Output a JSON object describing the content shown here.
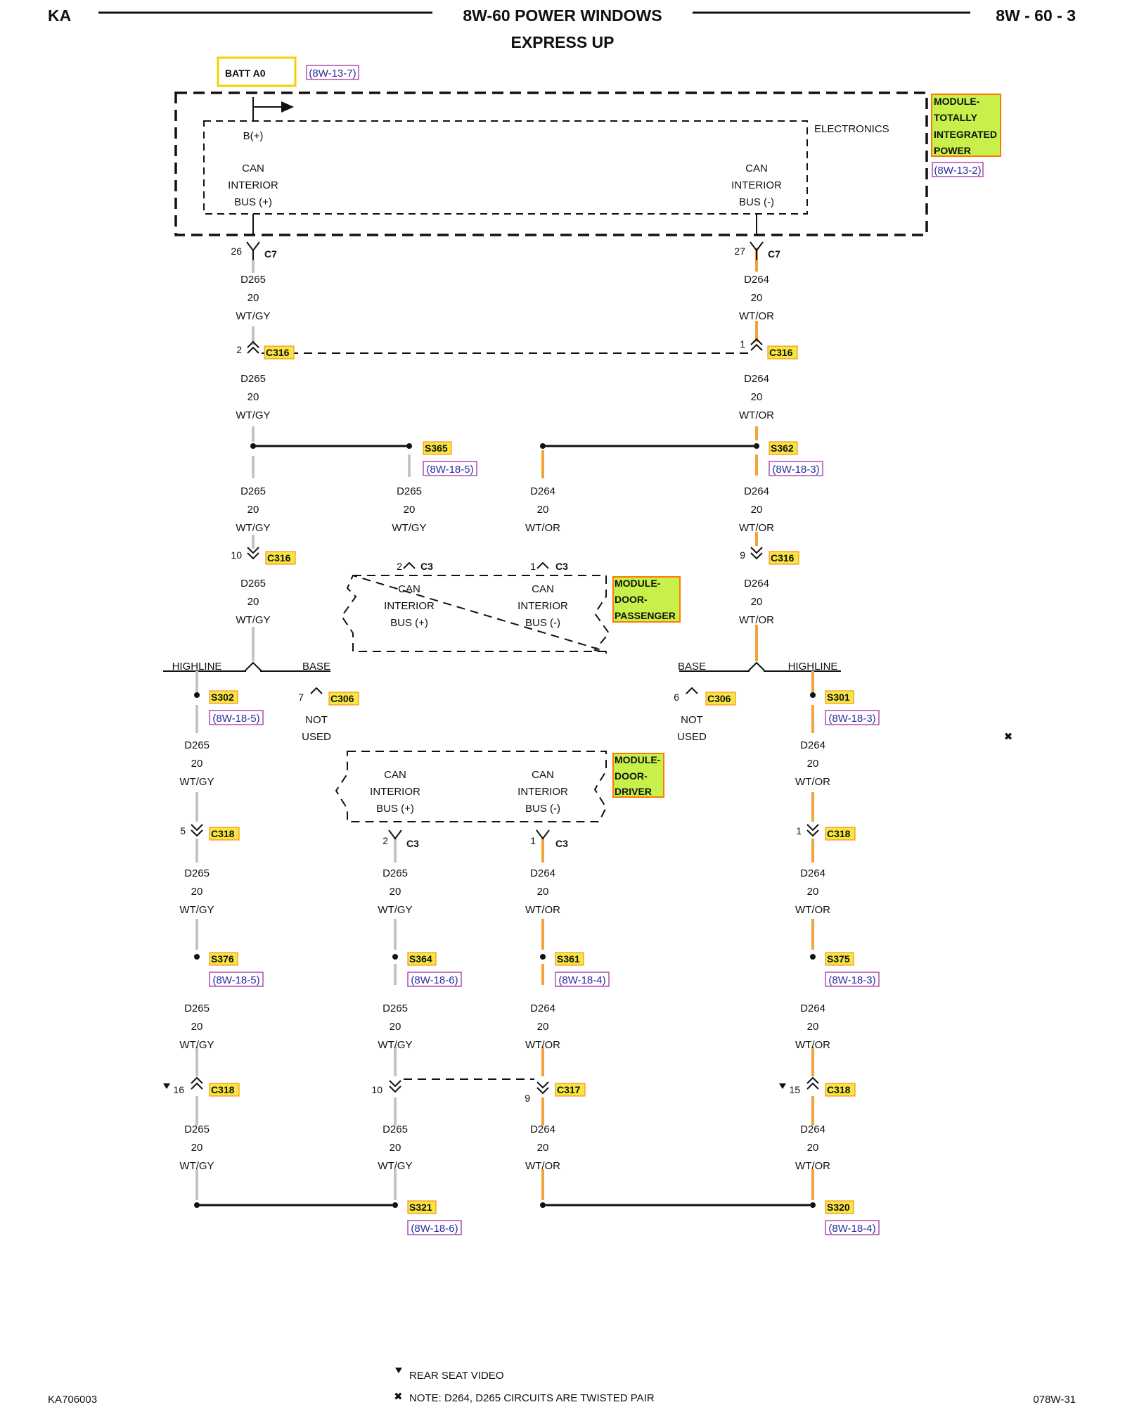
{
  "header": {
    "left": "KA",
    "title": "8W-60 POWER WINDOWS",
    "subtitle": "EXPRESS UP",
    "right": "8W - 60 - 3"
  },
  "battery": {
    "label": "BATT A0",
    "ref": "(8W-13-7)"
  },
  "tipm": {
    "b_plus": "B(+)",
    "electronics": "ELECTRONICS",
    "can_plus": [
      "CAN",
      "INTERIOR",
      "BUS (+)"
    ],
    "can_minus": [
      "CAN",
      "INTERIOR",
      "BUS (-)"
    ],
    "module_lines": [
      "MODULE-",
      "TOTALLY",
      "INTEGRATED",
      "POWER"
    ],
    "module_ref": "(8W-13-2)"
  },
  "wires": {
    "gy": [
      "D265",
      "20",
      "WT/GY"
    ],
    "or": [
      "D264",
      "20",
      "WT/OR"
    ]
  },
  "connectors": {
    "c7_left": {
      "pin": "26",
      "name": "C7"
    },
    "c7_right": {
      "pin": "27",
      "name": "C7"
    },
    "c316_a_left": {
      "pin": "2",
      "name": "C316"
    },
    "c316_a_right": {
      "pin": "1",
      "name": "C316"
    },
    "c316_b_left": {
      "pin": "10",
      "name": "C316"
    },
    "c316_b_right": {
      "pin": "9",
      "name": "C316"
    },
    "c3_pass_plus": {
      "pin": "2",
      "name": "C3"
    },
    "c3_pass_minus": {
      "pin": "1",
      "name": "C3"
    },
    "c306_left": {
      "pin": "7",
      "name": "C306"
    },
    "c306_right": {
      "pin": "6",
      "name": "C306"
    },
    "c318_a_left": {
      "pin": "5",
      "name": "C318"
    },
    "c318_a_right": {
      "pin": "1",
      "name": "C318"
    },
    "c3_drv_plus": {
      "pin": "2",
      "name": "C3"
    },
    "c3_drv_minus": {
      "pin": "1",
      "name": "C3"
    },
    "c318_b_left": {
      "pin": "16",
      "name": "C318"
    },
    "c318_b_right": {
      "pin": "15",
      "name": "C318"
    },
    "c317_left": {
      "pin": "10"
    },
    "c317_right": {
      "pin": "9",
      "name": "C317"
    }
  },
  "splices": {
    "s365": {
      "name": "S365",
      "ref": "(8W-18-5)"
    },
    "s362": {
      "name": "S362",
      "ref": "(8W-18-3)"
    },
    "s302": {
      "name": "S302",
      "ref": "(8W-18-5)"
    },
    "s301": {
      "name": "S301",
      "ref": "(8W-18-3)"
    },
    "s376": {
      "name": "S376",
      "ref": "(8W-18-5)"
    },
    "s364": {
      "name": "S364",
      "ref": "(8W-18-6)"
    },
    "s361": {
      "name": "S361",
      "ref": "(8W-18-4)"
    },
    "s375": {
      "name": "S375",
      "ref": "(8W-18-3)"
    },
    "s321": {
      "name": "S321",
      "ref": "(8W-18-6)"
    },
    "s320": {
      "name": "S320",
      "ref": "(8W-18-4)"
    }
  },
  "modules": {
    "passenger": {
      "lines": [
        "MODULE-",
        "DOOR-",
        "PASSENGER"
      ],
      "can_plus": [
        "CAN",
        "INTERIOR",
        "BUS (+)"
      ],
      "can_minus": [
        "CAN",
        "INTERIOR",
        "BUS (-)"
      ]
    },
    "driver": {
      "lines": [
        "MODULE-",
        "DOOR-",
        "DRIVER"
      ],
      "can_plus": [
        "CAN",
        "INTERIOR",
        "BUS (+)"
      ],
      "can_minus": [
        "CAN",
        "INTERIOR",
        "BUS (-)"
      ]
    }
  },
  "options": {
    "highline": "HIGHLINE",
    "base": "BASE",
    "not_used": [
      "NOT",
      "USED"
    ]
  },
  "footer": {
    "left": "KA706003",
    "legend_rear_seat": "REAR SEAT VIDEO",
    "legend_note": "NOTE:  D264, D265     CIRCUITS ARE TWISTED PAIR",
    "right": "078W-31"
  },
  "colors": {
    "gray_wire": "#c4c4c4",
    "orange_wire": "#f2a33a",
    "module_fill": "#c8f04a",
    "module_border": "#ff7a00",
    "ref_border": "#b04ab0",
    "connector_fill": "#f5e642",
    "battery_border": "#f5d000"
  }
}
